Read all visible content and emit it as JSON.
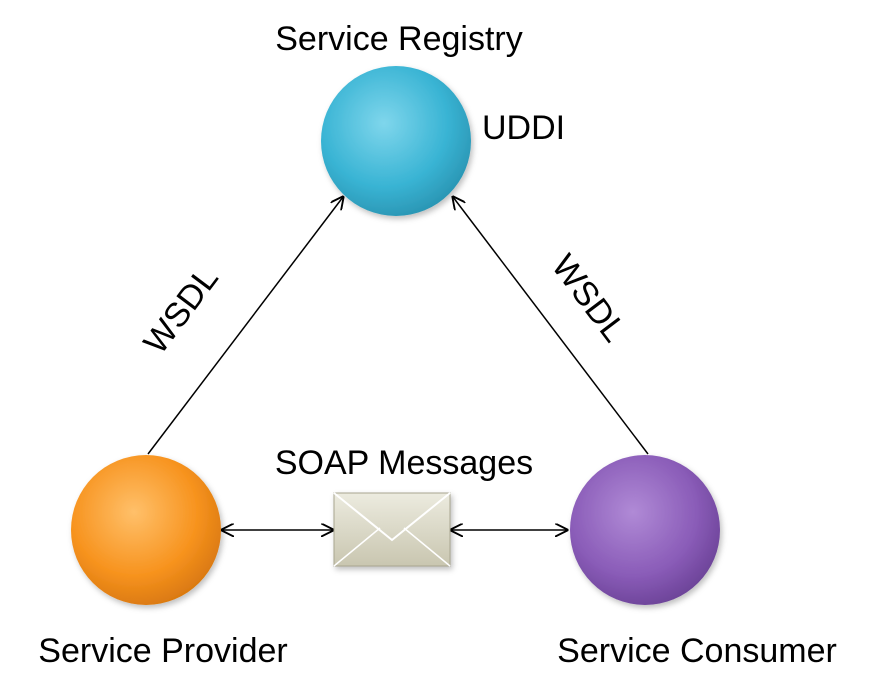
{
  "labels": {
    "registry": "Service Registry",
    "registry_tag": "UDDI",
    "provider": "Service Provider",
    "consumer": "Service Consumer",
    "left_edge": "WSDL",
    "right_edge": "WSDL",
    "messages": "SOAP Messages"
  },
  "colors": {
    "registry": "#39b4d4",
    "provider": "#f7931e",
    "consumer": "#8a5cb8",
    "envelope": "#d9d6c2",
    "lines": "#000000"
  },
  "icons": {
    "messages": "envelope-icon"
  }
}
